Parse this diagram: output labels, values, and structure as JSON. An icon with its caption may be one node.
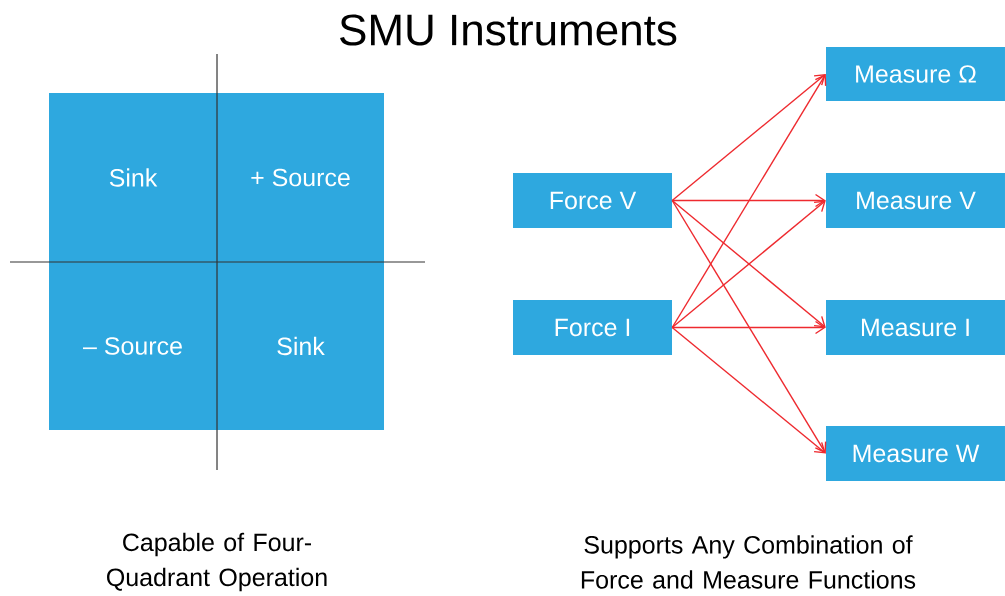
{
  "diagram": {
    "title": "SMU Instruments",
    "nodes": [
      {
        "text": [
          "Sink"
        ]
      },
      {
        "text": [
          "+ Source"
        ]
      },
      {
        "text": [
          "– Source"
        ]
      },
      {
        "text": [
          "Sink"
        ]
      },
      {
        "text": [
          "Force V"
        ]
      },
      {
        "text": [
          "Force I"
        ]
      },
      {
        "text": [
          "Measure Ω"
        ]
      },
      {
        "text": [
          "Measure V"
        ]
      },
      {
        "text": [
          "Measure I"
        ]
      },
      {
        "text": [
          "Measure W"
        ]
      }
    ],
    "edges": [
      {
        "from": 4,
        "to": 6,
        "arrow": "to"
      },
      {
        "from": 4,
        "to": 7,
        "arrow": "to"
      },
      {
        "from": 4,
        "to": 8,
        "arrow": "to"
      },
      {
        "from": 4,
        "to": 9,
        "arrow": "to"
      },
      {
        "from": 5,
        "to": 6,
        "arrow": "to"
      },
      {
        "from": 5,
        "to": 7,
        "arrow": "to"
      },
      {
        "from": 5,
        "to": 8,
        "arrow": "to"
      },
      {
        "from": 5,
        "to": 9,
        "arrow": "to"
      }
    ],
    "labels": [
      "Capable of Four-Quadrant Operation",
      "Supports Any Combination of Force and Measure Functions"
    ]
  }
}
